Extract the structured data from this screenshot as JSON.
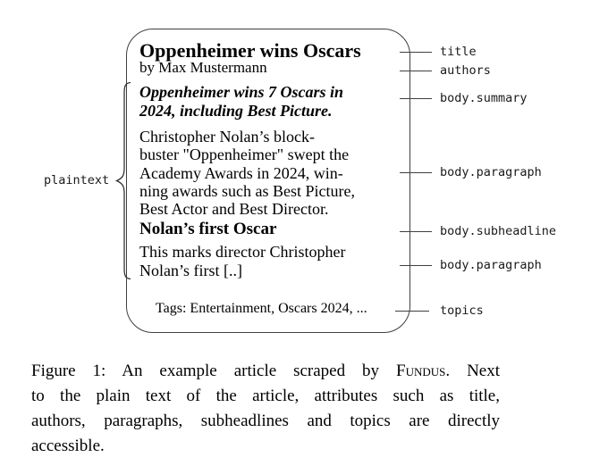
{
  "card": {
    "title": "Oppenheimer wins Oscars",
    "authors": "by Max Mustermann",
    "summary_lines": [
      "Oppenheimer wins 7 Oscars in",
      "2024, including Best Picture."
    ],
    "paragraph1_lines": [
      "Christopher Nolan’s block-",
      "buster \"Oppenheimer\" swept the",
      "Academy Awards in 2024, win-",
      "ning awards such as Best Picture,",
      "Best Actor and Best Director."
    ],
    "subheadline": "Nolan’s first Oscar",
    "paragraph2_lines": [
      "This marks director Christopher",
      "Nolan’s first [..]"
    ],
    "topics": "Tags: Entertainment, Oscars 2024, ..."
  },
  "left_annotation": {
    "label": "plaintext"
  },
  "right_annotations": [
    {
      "label": "title"
    },
    {
      "label": "authors"
    },
    {
      "label": "body.summary"
    },
    {
      "label": "body.paragraph"
    },
    {
      "label": "body.subheadline"
    },
    {
      "label": "body.paragraph"
    },
    {
      "label": "topics"
    }
  ],
  "caption": {
    "line1_prefix": "Figure 1: An example article scraped by ",
    "brand": "Fundus",
    "line1_suffix": ". Next",
    "line2": "to the plain text of the article, attributes such as title,",
    "line3": "authors, paragraphs, subheadlines and topics are directly",
    "line4": "accessible."
  },
  "colors": {
    "ink": "#000000",
    "line": "#3f3f3f",
    "background": "#ffffff"
  }
}
